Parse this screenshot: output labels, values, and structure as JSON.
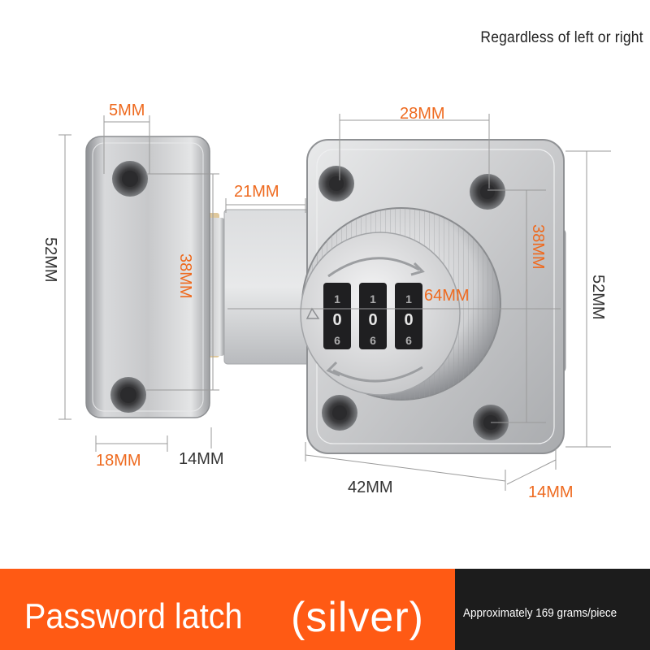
{
  "tagline": "Regardless of left or right",
  "dimensions": {
    "strike_hole_width": "5MM",
    "strike_height": "52MM",
    "strike_inner_height": "38MM",
    "strike_width": "18MM",
    "strike_depth": "14MM",
    "bolt_length": "21MM",
    "hole_spacing": "28MM",
    "hole_spacing_vertical": "38MM",
    "dial_diameter": "64MM",
    "body_height": "52MM",
    "body_width": "42MM",
    "body_depth": "14MM"
  },
  "dial_digits": [
    "0",
    "0",
    "0"
  ],
  "colors": {
    "dimension_orange": "#ee6a1f",
    "banner_orange": "#ff5a14",
    "banner_dark": "#1c1c1c"
  },
  "banner": {
    "product_name": "Password latch",
    "product_color": "(silver)",
    "weight": "Approximately 169 grams/piece"
  }
}
